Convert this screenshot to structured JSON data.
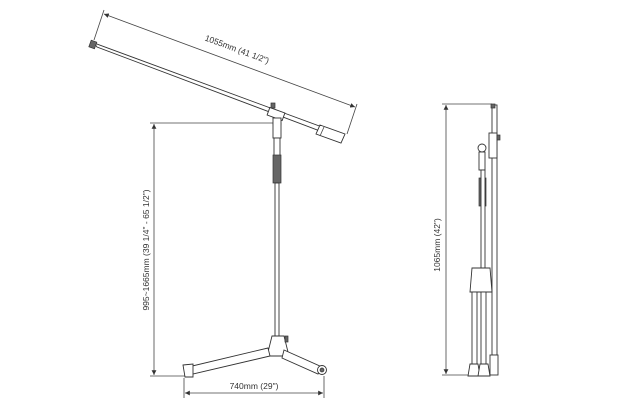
{
  "dimensions": {
    "boom_length": "1055mm (41 1/2\")",
    "height_range": "995~1665mm (39 1/4\" - 65 1/2\")",
    "base_width": "740mm (29\")",
    "folded_height": "1065mm (42\")"
  },
  "colors": {
    "line": "#444444",
    "background": "#ffffff"
  }
}
